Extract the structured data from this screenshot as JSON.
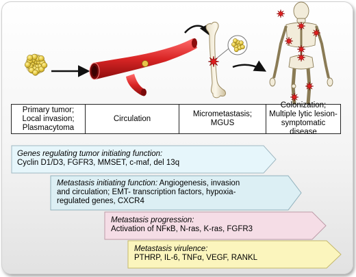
{
  "stages": [
    {
      "label": "Primary tumor;\nLocal invasion;\nPlasmacytoma"
    },
    {
      "label": "Circulation"
    },
    {
      "label": "Micrometastasis;\nMGUS"
    },
    {
      "label": "Colonization;\nMultiple lytic lesion-\nsymptomatic disease"
    }
  ],
  "bands": [
    {
      "heading": "Genes regulating tumor initiating function:",
      "text": "Cyclin D1/D3, FGFR3, MMSET, c-maf, del 13q",
      "color": "#e6f6fb"
    },
    {
      "heading": "Metastasis initiating function:",
      "text": " Angiogenesis, invasion\nand circulation; EMT- transcription factors, hypoxia-\nregulated genes, CXCR4",
      "color": "#dceff4"
    },
    {
      "heading": "Metastasis progression:",
      "text": "Activation of NFκB, N-ras, K-ras, FGFR3",
      "color": "#f5dde6"
    },
    {
      "heading": "Metastasis virulence:",
      "text": "PTHRP, IL-6, TNFα,  VEGF, RANKL",
      "color": "#fbf5bd"
    }
  ],
  "icons": [
    "tumor-cell-cluster-icon",
    "blood-vessel-icon",
    "bone-icon",
    "skeleton-icon"
  ]
}
